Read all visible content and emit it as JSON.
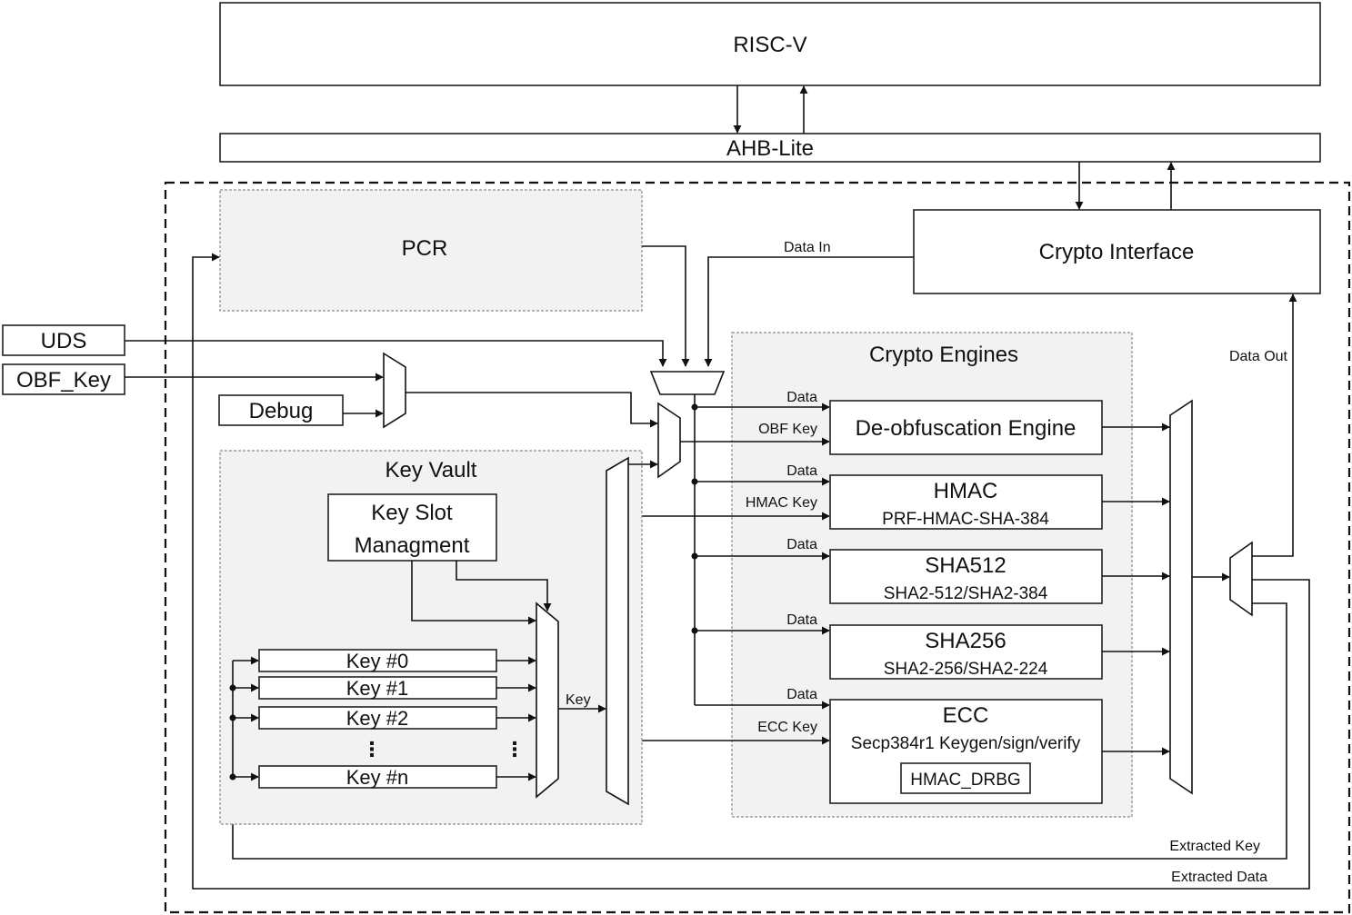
{
  "blocks": {
    "risc_v": "RISC-V",
    "ahb_lite": "AHB-Lite",
    "pcr": "PCR",
    "crypto_interface": "Crypto Interface",
    "uds": "UDS",
    "obf_key": "OBF_Key",
    "debug": "Debug",
    "key_vault": {
      "title": "Key Vault",
      "key_slot_management": [
        "Key Slot",
        "Managment"
      ],
      "keys": [
        "Key #0",
        "Key #1",
        "Key #2",
        "Key #n"
      ],
      "ellipsis": "⋮"
    },
    "crypto_engines": {
      "title": "Crypto Engines",
      "engines": [
        {
          "name": "De-obfuscation Engine",
          "detail": "",
          "inputs": [
            "Data",
            "OBF Key"
          ]
        },
        {
          "name": "HMAC",
          "detail": "PRF-HMAC-SHA-384",
          "inputs": [
            "Data",
            "HMAC Key"
          ]
        },
        {
          "name": "SHA512",
          "detail": "SHA2-512/SHA2-384",
          "inputs": [
            "Data"
          ]
        },
        {
          "name": "SHA256",
          "detail": "SHA2-256/SHA2-224",
          "inputs": [
            "Data"
          ]
        },
        {
          "name": "ECC",
          "detail": "Secp384r1 Keygen/sign/verify",
          "inner": "HMAC_DRBG",
          "inputs": [
            "Data",
            "ECC Key"
          ]
        }
      ]
    }
  },
  "signals": {
    "data_in": "Data In",
    "data_out": "Data Out",
    "key": "Key",
    "extracted_key": "Extracted Key",
    "extracted_data": "Extracted Data"
  }
}
